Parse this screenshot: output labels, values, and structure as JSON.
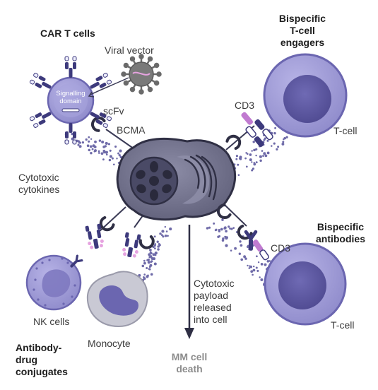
{
  "titles": {
    "car_t": "CAR T cells",
    "bispecific_engagers": [
      "Bispecific",
      "T-cell",
      "engagers"
    ],
    "bispecific_antibodies": [
      "Bispecific",
      "antibodies"
    ],
    "adc": [
      "Antibody-",
      "drug",
      "conjugates"
    ]
  },
  "labels": {
    "viral_vector": "Viral vector",
    "signalling_domain": [
      "Signalling",
      "domain"
    ],
    "scfv": "scFv",
    "bcma": "BCMA",
    "cd3_top": "CD3",
    "cd3_bottom": "CD3",
    "t_cell_top": "T-cell",
    "t_cell_bottom": "T-cell",
    "cytotoxic_cytokines": [
      "Cytotoxic",
      "cytokines"
    ],
    "nk_cells": "NK cells",
    "monocyte": "Monocyte",
    "cytotoxic_payload": [
      "Cytotoxic",
      "payload",
      "released",
      "into cell"
    ],
    "mm_cell_death": [
      "MM cell",
      "death"
    ]
  },
  "colors": {
    "cell_fill": "#9d99d4",
    "cell_border": "#6b66b0",
    "nucleus": "#5d589e",
    "mm_cell": "#6e6e85",
    "receptor": "#3d3a7c",
    "pink": "#e6a3e0",
    "dots": "#6e6aa8"
  }
}
